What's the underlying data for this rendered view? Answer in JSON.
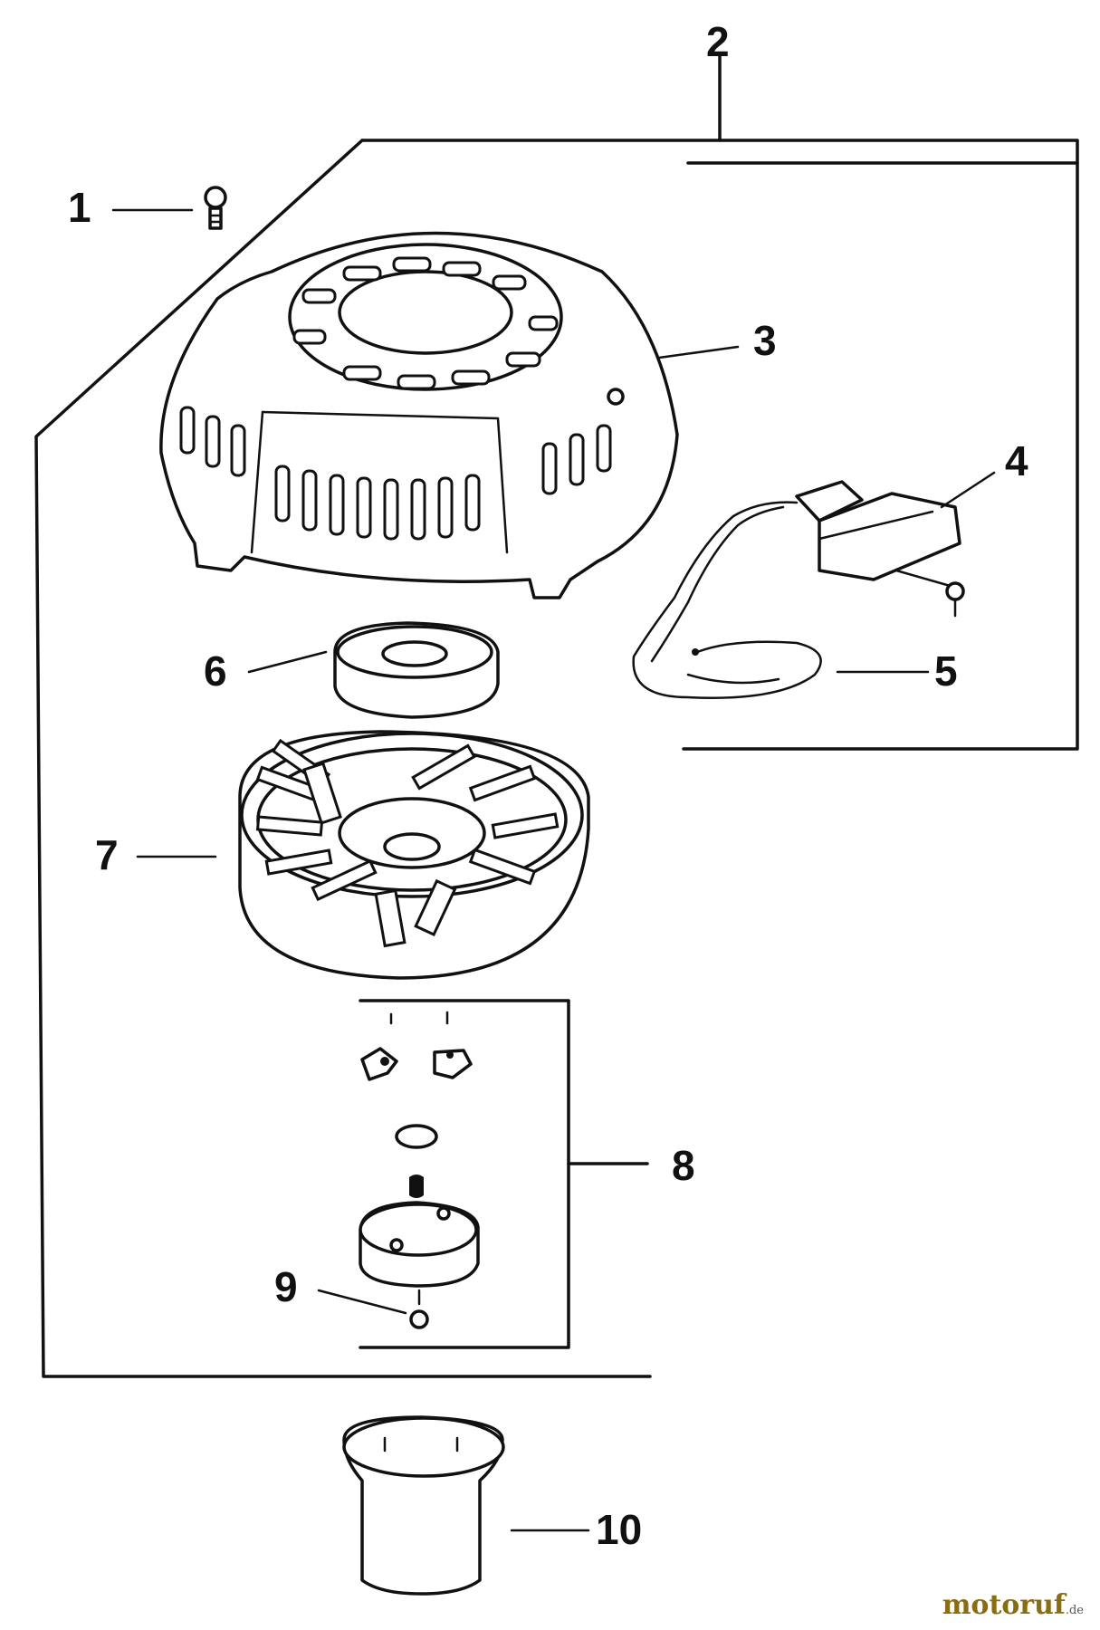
{
  "callouts": {
    "c1": "1",
    "c2": "2",
    "c3": "3",
    "c4": "4",
    "c5": "5",
    "c6": "6",
    "c7": "7",
    "c8": "8",
    "c9": "9",
    "c10": "10"
  },
  "watermark": {
    "main": "motoruf",
    "suffix": ".de"
  }
}
